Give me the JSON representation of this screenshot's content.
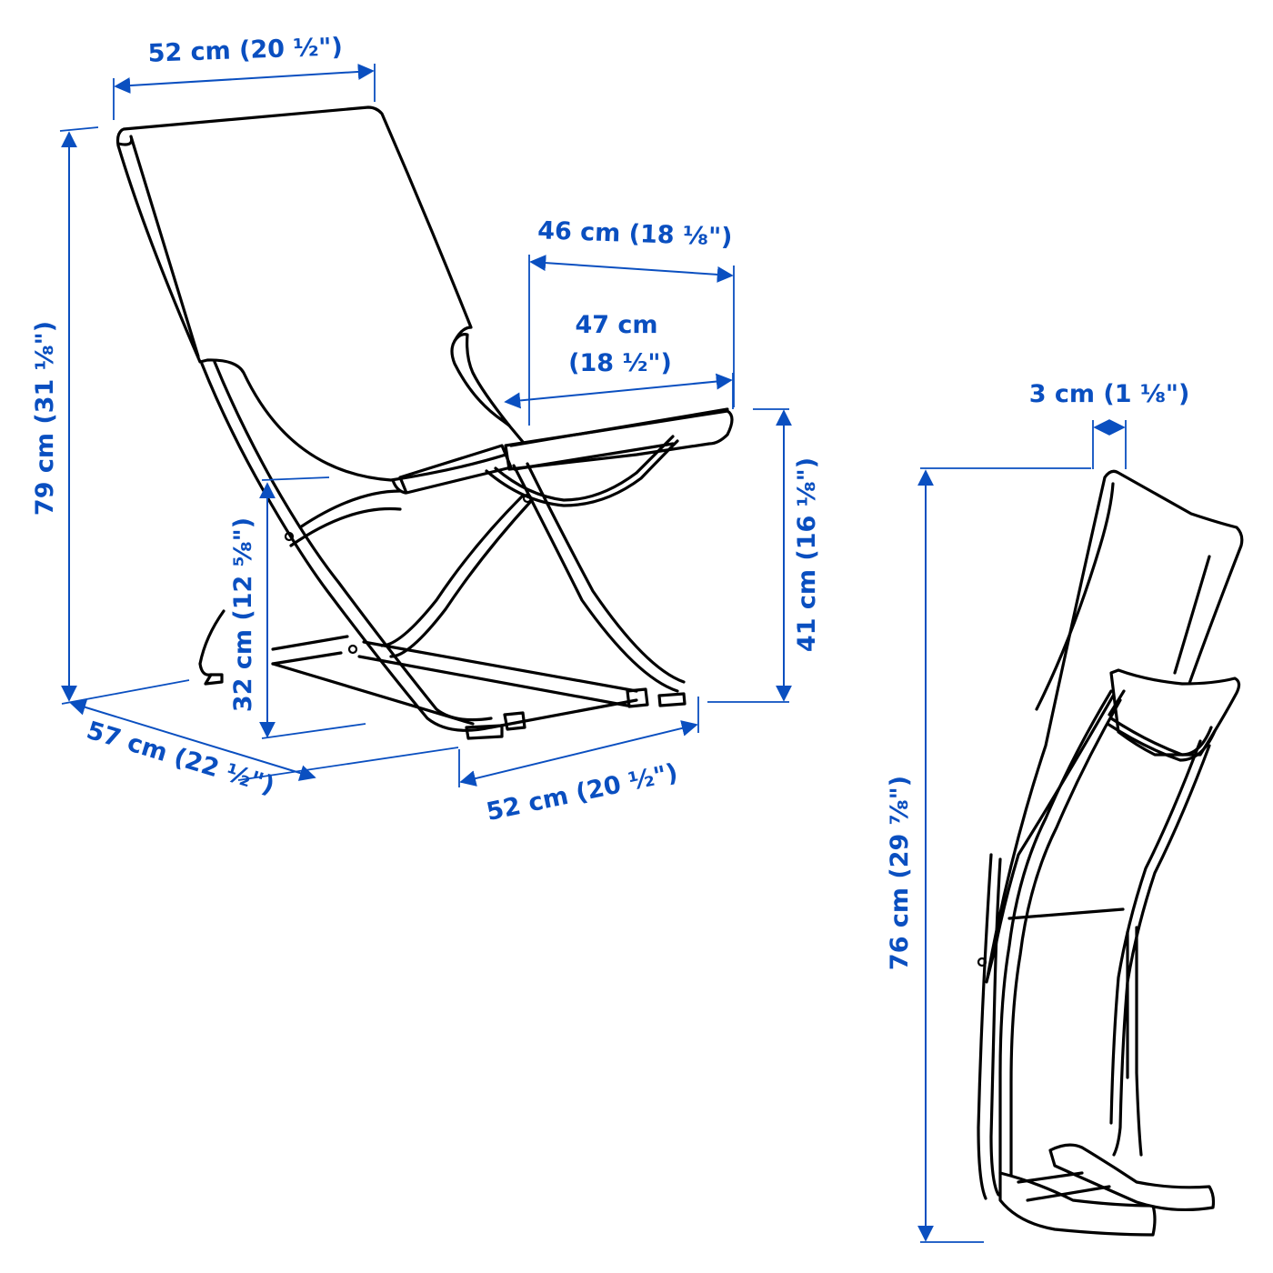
{
  "diagram": {
    "type": "product-dimension-drawing",
    "colors": {
      "dimension": "#0a4fc0",
      "line_art": "#000000",
      "background": "#ffffff"
    },
    "unfolded_view": {
      "dimensions": {
        "top_width": "52 cm (20 ½\")",
        "total_height": "79 cm (31 ⅛\")",
        "seat_depth_top": "46 cm (18 ⅛\")",
        "seat_width_line1": "47 cm",
        "seat_width_line2": "(18 ½\")",
        "armrest_height": "32 cm (12 ⅝\")",
        "seat_height": "41 cm (16 ⅛\")",
        "depth": "57 cm (22 ½\")",
        "base_width": "52 cm (20 ½\")"
      }
    },
    "folded_view": {
      "dimensions": {
        "folded_thickness": "3 cm (1 ⅛\")",
        "folded_height": "76 cm (29 ⅞\")"
      }
    }
  }
}
